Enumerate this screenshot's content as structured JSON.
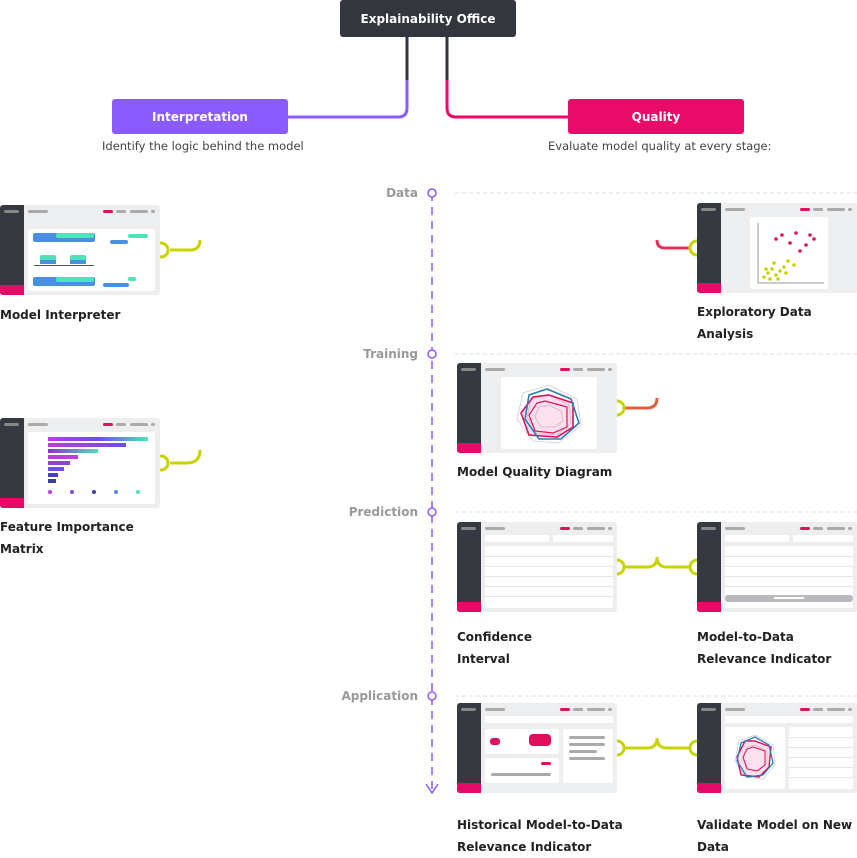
{
  "header": {
    "title": "Explainability Office"
  },
  "interpretation": {
    "title": "Interpretation",
    "subtitle": "Identify the logic behind the model",
    "items": [
      {
        "label": "Model Interpreter"
      },
      {
        "label_line1": "Feature Importance",
        "label_line2": "Matrix"
      }
    ]
  },
  "quality": {
    "title": "Quality",
    "subtitle": "Evaluate model quality at every stage:",
    "stages": [
      "Data",
      "Training",
      "Prediction",
      "Application"
    ],
    "items": {
      "eda": "Exploratory Data Analysis",
      "mqd": "Model Quality Diagram",
      "ci_line1": "Confidence",
      "ci_line2": "Interval",
      "mdr_line1": "Model-to-Data",
      "mdr_line2": "Relevance Indicator",
      "hist_line1": "Historical Model-to-Data",
      "hist_line2": "Relevance Indicator",
      "val_line1": "Validate Model on New",
      "val_line2": "Data"
    }
  },
  "colors": {
    "dark": "#33363d",
    "purple": "#8a5cff",
    "pink": "#ea0a6a",
    "connector": "#c8d400",
    "teal": "#4ee3b8",
    "blue": "#4a90e2"
  }
}
